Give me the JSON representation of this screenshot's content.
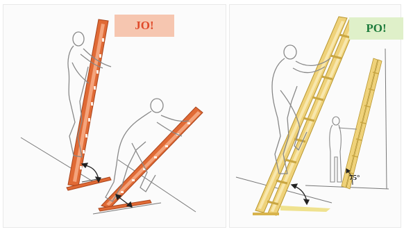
{
  "labels": {
    "wrong": "JO!",
    "correct": "PO!",
    "angle": "75°"
  },
  "colors": {
    "wrong_ladder": "#e06a35",
    "wrong_badge_bg": "#f6c6b0",
    "wrong_badge_text": "#e04a2a",
    "correct_ladder": "#efd27a",
    "correct_badge_bg": "#dff0c9",
    "correct_badge_text": "#1b7a3a"
  },
  "icons": [
    "ladder-illustration",
    "person-figure",
    "angle-arrow-icon"
  ]
}
